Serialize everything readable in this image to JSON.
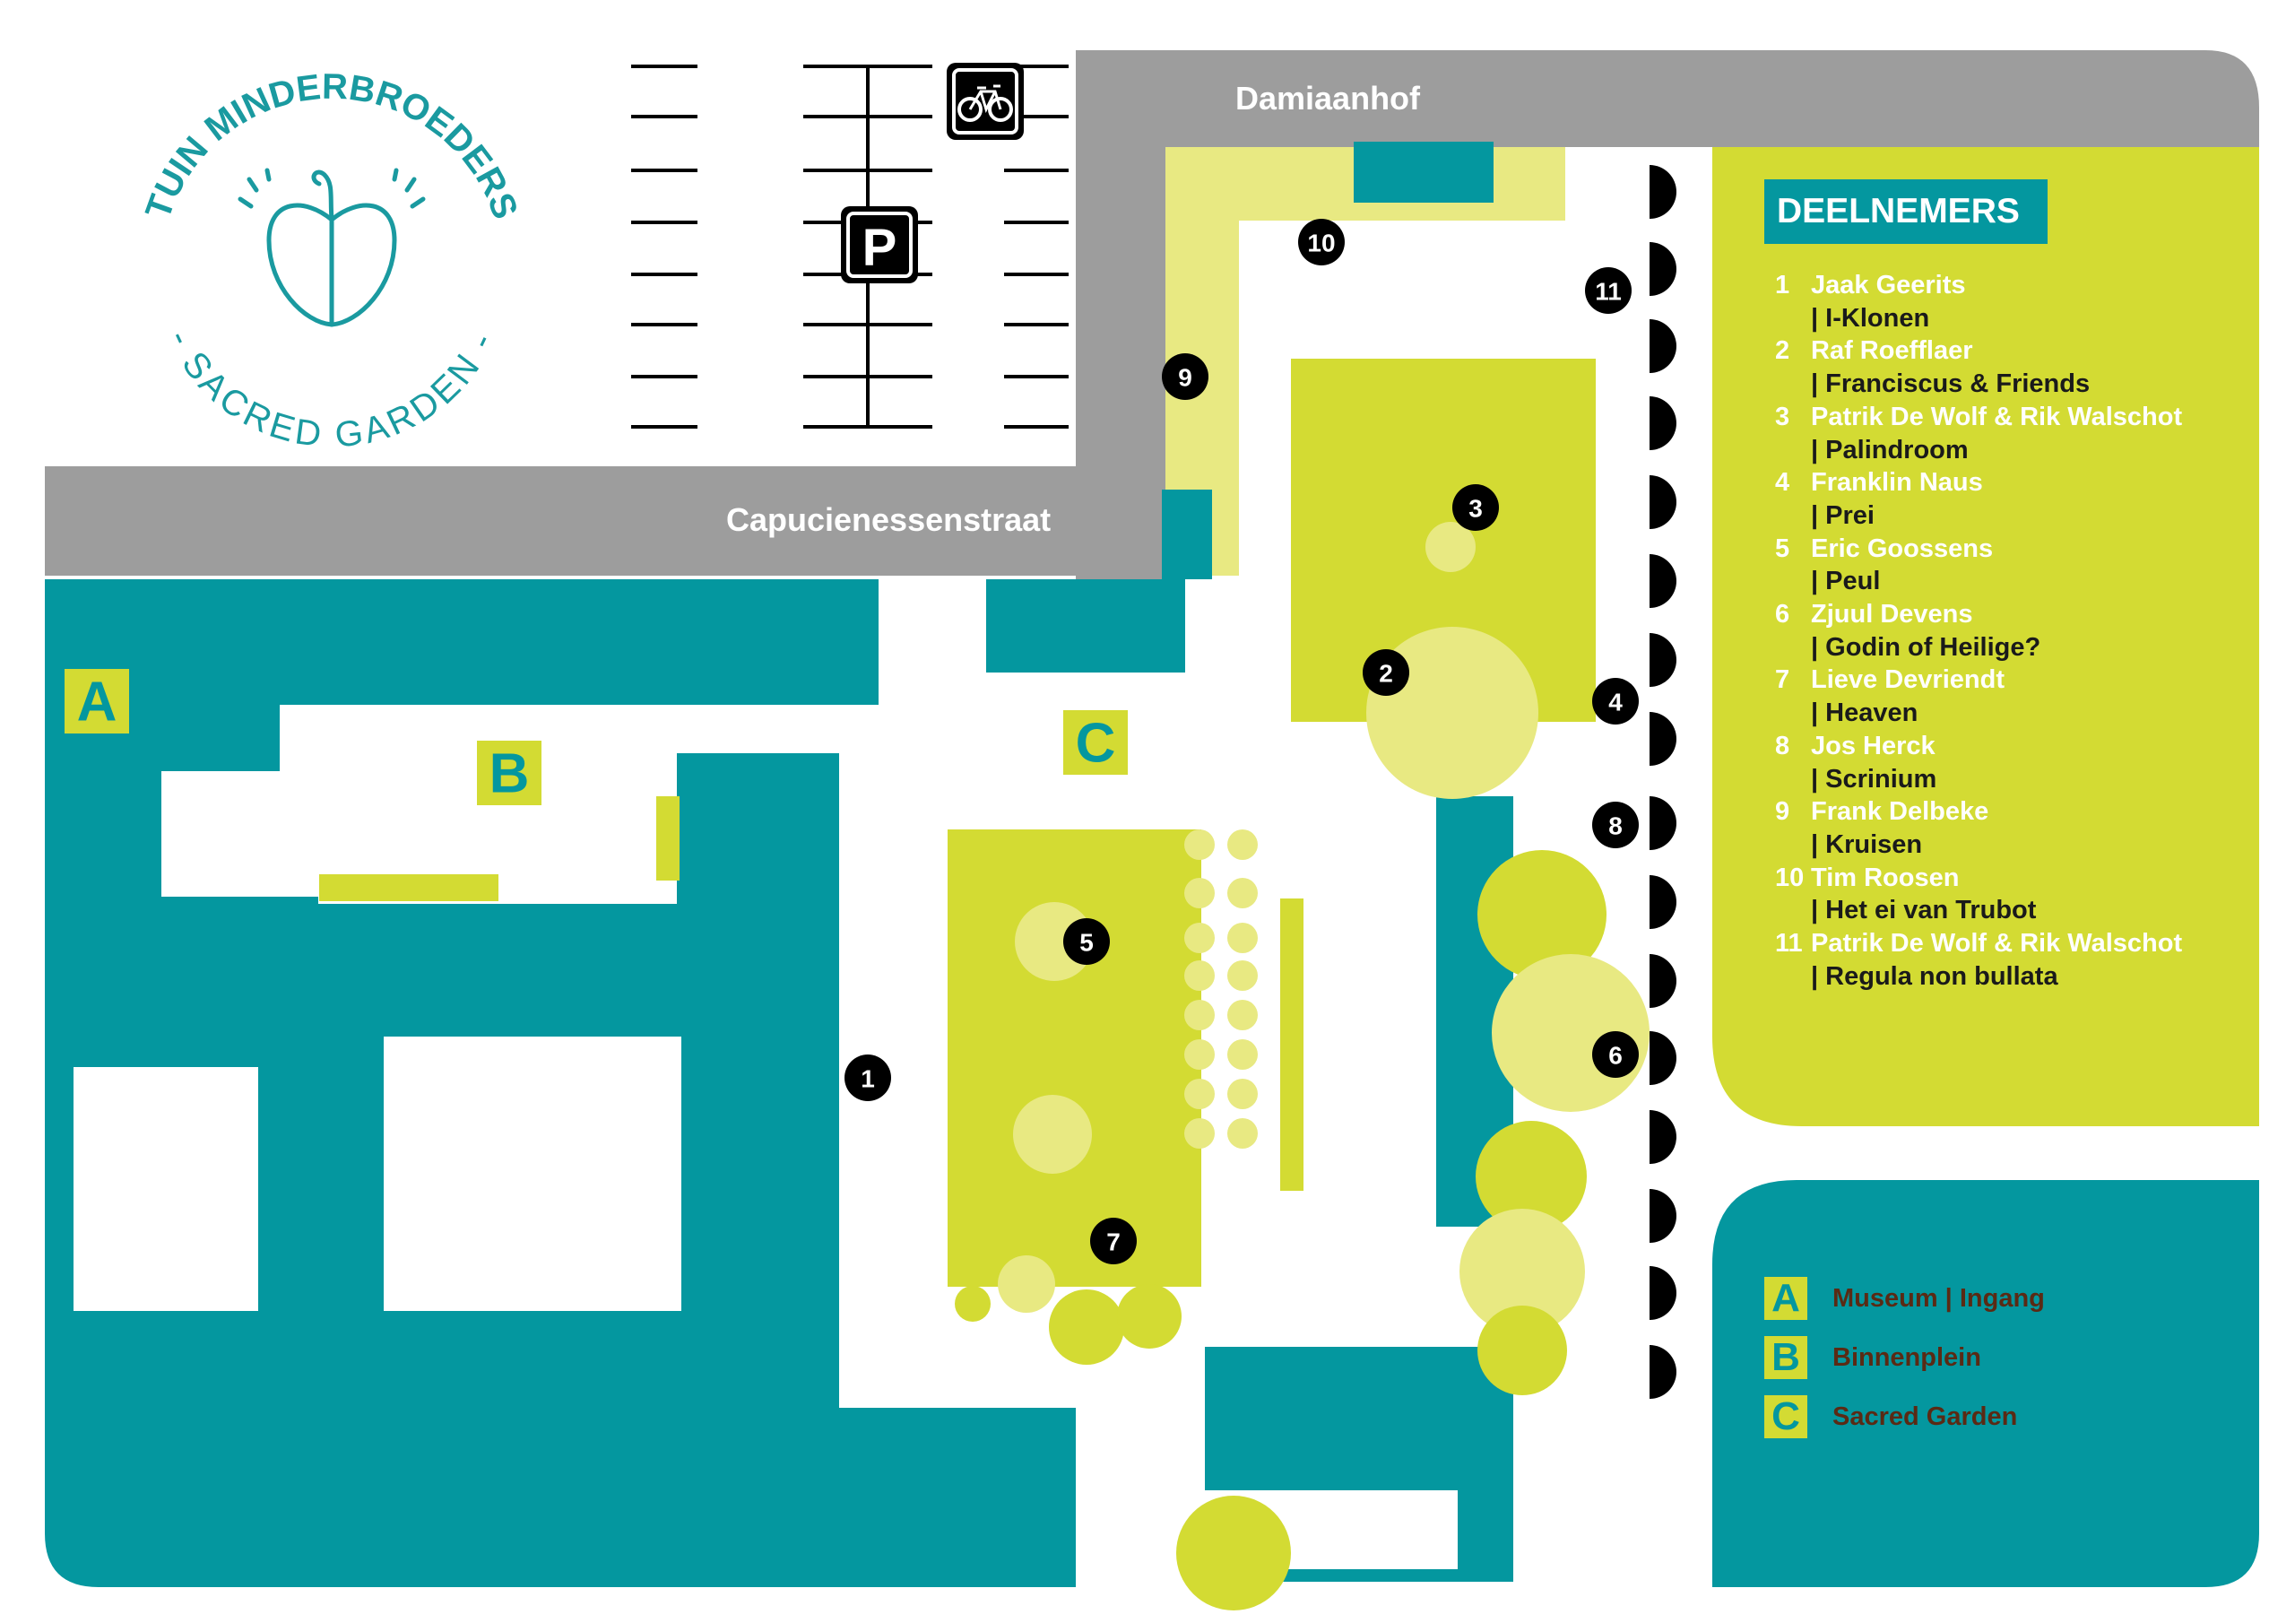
{
  "logo": {
    "top_text": "TUIN MINDERBROEDERS",
    "bottom_text": "- SACRED GARDEN -"
  },
  "streets": {
    "damiaanhof": "Damiaanhof",
    "capucienessenstraat": "Capucienessenstraat"
  },
  "icons": {
    "parking": "parking-icon",
    "bicycle": "bicycle-icon",
    "parking_letter": "P"
  },
  "zones": [
    {
      "letter": "A"
    },
    {
      "letter": "B"
    },
    {
      "letter": "C"
    }
  ],
  "markers": [
    "1",
    "2",
    "3",
    "4",
    "5",
    "6",
    "7",
    "8",
    "9",
    "10",
    "11"
  ],
  "panel": {
    "title": "DEELNEMERS",
    "participants": [
      {
        "num": "1",
        "name": "Jaak Geerits",
        "work": "| I-Klonen"
      },
      {
        "num": "2",
        "name": "Raf Roefflaer",
        "work": "| Franciscus & Friends"
      },
      {
        "num": "3",
        "name": "Patrik De Wolf & Rik Walschot",
        "work": "| Palindroom"
      },
      {
        "num": "4",
        "name": "Franklin Naus",
        "work": "| Prei"
      },
      {
        "num": "5",
        "name": "Eric Goossens",
        "work": "| Peul"
      },
      {
        "num": "6",
        "name": "Zjuul Devens",
        "work": "| Godin of Heilige?"
      },
      {
        "num": "7",
        "name": "Lieve Devriendt",
        "work": "| Heaven"
      },
      {
        "num": "8",
        "name": "Jos Herck",
        "work": "| Scrinium"
      },
      {
        "num": "9",
        "name": "Frank Delbeke",
        "work": "| Kruisen"
      },
      {
        "num": "10",
        "name": "Tim Roosen",
        "work": "| Het ei van Trubot"
      },
      {
        "num": "11",
        "name": "Patrik De Wolf & Rik Walschot",
        "work": "| Regula non bullata"
      }
    ]
  },
  "legend": [
    {
      "letter": "A",
      "label": "Museum | Ingang"
    },
    {
      "letter": "B",
      "label": "Binnenplein"
    },
    {
      "letter": "C",
      "label": "Sacred Garden"
    }
  ],
  "colors": {
    "teal": "#04979f",
    "lime": "#d3db33",
    "pale_green": "#e8e982",
    "gray": "#9d9d9d",
    "black": "#000000",
    "legend_text": "#5a2a14"
  }
}
